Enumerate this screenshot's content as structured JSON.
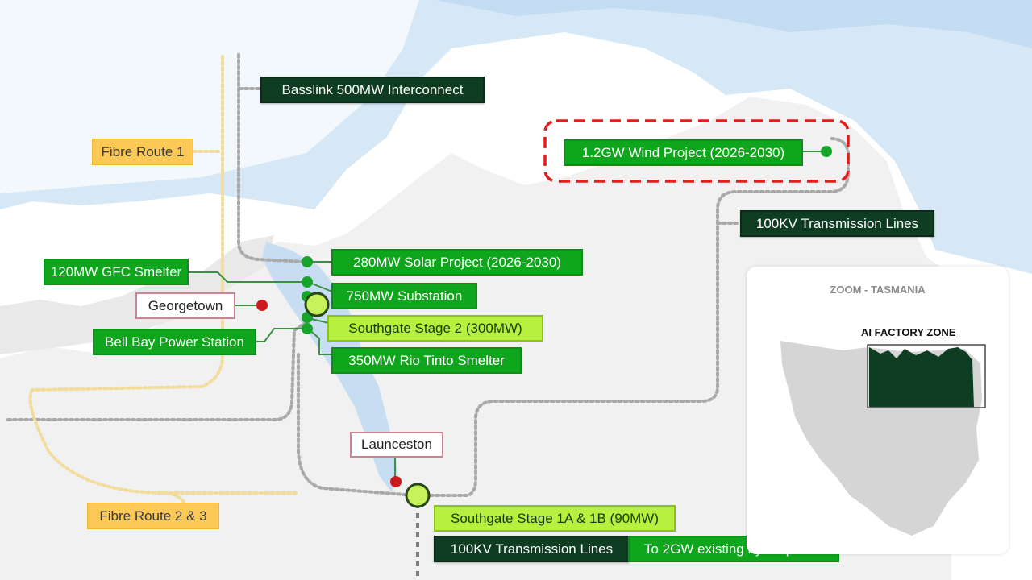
{
  "labels": {
    "basslink": "Basslink 500MW Interconnect",
    "fibre_route_1": "Fibre Route 1",
    "wind_project": "1.2GW Wind Project (2026-2030)",
    "transmission_north": "100KV Transmission Lines",
    "gfc_smelter": "120MW GFC Smelter",
    "solar_project": "280MW Solar Project (2026-2030)",
    "substation": "750MW Substation",
    "georgetown": "Georgetown",
    "southgate_stage2": "Southgate Stage 2 (300MW)",
    "bell_bay": "Bell Bay Power Station",
    "rio_tinto": "350MW Rio Tinto Smelter",
    "launceston": "Launceston",
    "fibre_route_23": "Fibre Route 2 & 3",
    "southgate_stage1": "Southgate Stage 1A & 1B (90MW)",
    "transmission_south": "100KV Transmission Lines",
    "hydro_power": "To 2GW existing hydro power"
  },
  "zoom_panel": {
    "title": "ZOOM - TASMANIA",
    "zone_label": "AI FACTORY ZONE"
  },
  "colors": {
    "dark_green": "#0f3d22",
    "green": "#0fa51c",
    "lime": "#b7f03e",
    "fibre_yellow": "#fcc957",
    "highlight_red": "#e51c1c",
    "water": "#d6e8f6"
  }
}
